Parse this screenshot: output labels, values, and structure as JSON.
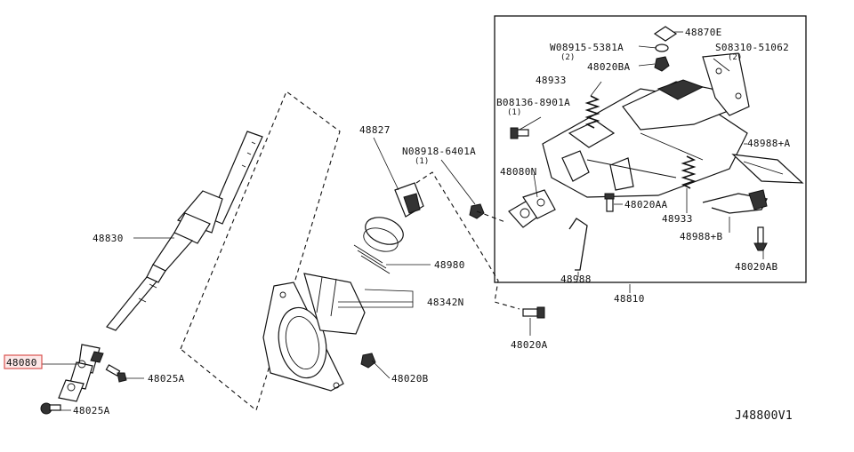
{
  "diagram_id": "J48800V1",
  "highlighted_part": "48080",
  "colors": {
    "highlight_border": "#d9534f",
    "highlight_fill": "#fde8e8",
    "ink": "#111111"
  },
  "labels": {
    "p48870E": "48870E",
    "p08915": "W08915-5381A",
    "p08915_qty": "(2)",
    "p08310": "S08310-51062",
    "p08310_qty": "(2)",
    "p48020BA": "48020BA",
    "p48933_top": "48933",
    "p08136": "B08136-8901A",
    "p08136_qty": "(1)",
    "p48827": "48827",
    "p08918": "N08918-6401A",
    "p08918_qty": "(1)",
    "p48080N": "48080N",
    "p48988A": "48988+A",
    "p48020AA": "48020AA",
    "p48933_bot": "48933",
    "p48988B": "48988+B",
    "p48830": "48830",
    "p48980": "48980",
    "p48988": "48988",
    "p48020AB": "48020AB",
    "p48342N": "48342N",
    "p48810": "48810",
    "p48080": "48080",
    "p48025A_1": "48025A",
    "p48020B": "48020B",
    "p48020A": "48020A",
    "p48025A_2": "48025A",
    "diagram_code": "J48800V1"
  }
}
